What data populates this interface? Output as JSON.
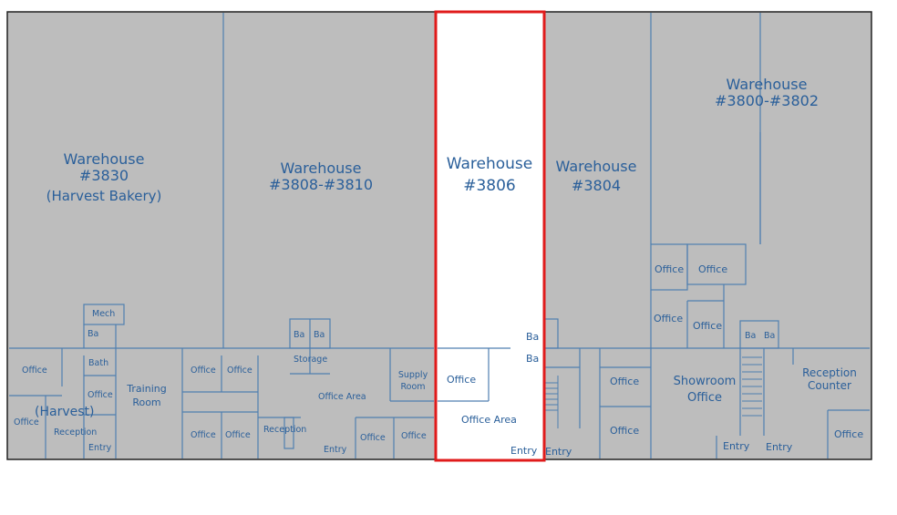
{
  "plan": {
    "colors": {
      "floor": "#bdbdbd",
      "highlight": "#ffffff",
      "highlight_border": "#e01b1b",
      "walls": "#4f7fb0",
      "outline": "#222222",
      "text": "#2a5f9a"
    },
    "units": [
      {
        "name": "Warehouse",
        "number": "#3830",
        "tenant": "(Harvest Bakery)"
      },
      {
        "name": "Warehouse",
        "number": "#3808-#3810"
      },
      {
        "name": "Warehouse",
        "number": "#3806",
        "highlighted": true
      },
      {
        "name": "Warehouse",
        "number": "#3804"
      },
      {
        "name": "Warehouse",
        "number": "#3800-#3802"
      }
    ],
    "rooms": {
      "mech": "Mech",
      "ba": "Ba",
      "bath": "Bath",
      "office": "Office",
      "harvest": "(Harvest)",
      "reception": "Reception",
      "entry": "Entry",
      "training_1": "Training",
      "training_2": "Room",
      "storage": "Storage",
      "office_area": "Office Area",
      "supply_1": "Supply",
      "supply_2": "Room",
      "showroom_1": "Showroom",
      "showroom_2": "Office",
      "reception_counter_1": "Reception",
      "reception_counter_2": "Counter"
    }
  }
}
